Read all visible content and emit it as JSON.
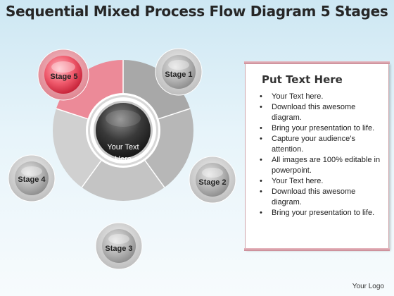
{
  "title": "Sequential Mixed Process Flow Diagram 5 Stages",
  "diagram": {
    "center_lines": [
      "Your Text",
      "Here"
    ],
    "stages": [
      {
        "label": "Stage 1",
        "highlighted": false
      },
      {
        "label": "Stage 2",
        "highlighted": false
      },
      {
        "label": "Stage 3",
        "highlighted": false
      },
      {
        "label": "Stage 4",
        "highlighted": false
      },
      {
        "label": "Stage 5",
        "highlighted": true
      }
    ],
    "colors": {
      "highlight": "#e0384f",
      "neutral": "#9a9a9a",
      "center": "#3a3a3a"
    }
  },
  "panel": {
    "heading": "Put Text Here",
    "bullets": [
      "Your Text here.",
      "Download this awesome diagram.",
      "Bring your presentation to life.",
      "Capture your audience’s attention.",
      "All images are 100% editable in powerpoint.",
      "Your Text here.",
      "Download this awesome diagram.",
      "Bring your presentation to life."
    ]
  },
  "footer": {
    "logo": "Your Logo"
  }
}
